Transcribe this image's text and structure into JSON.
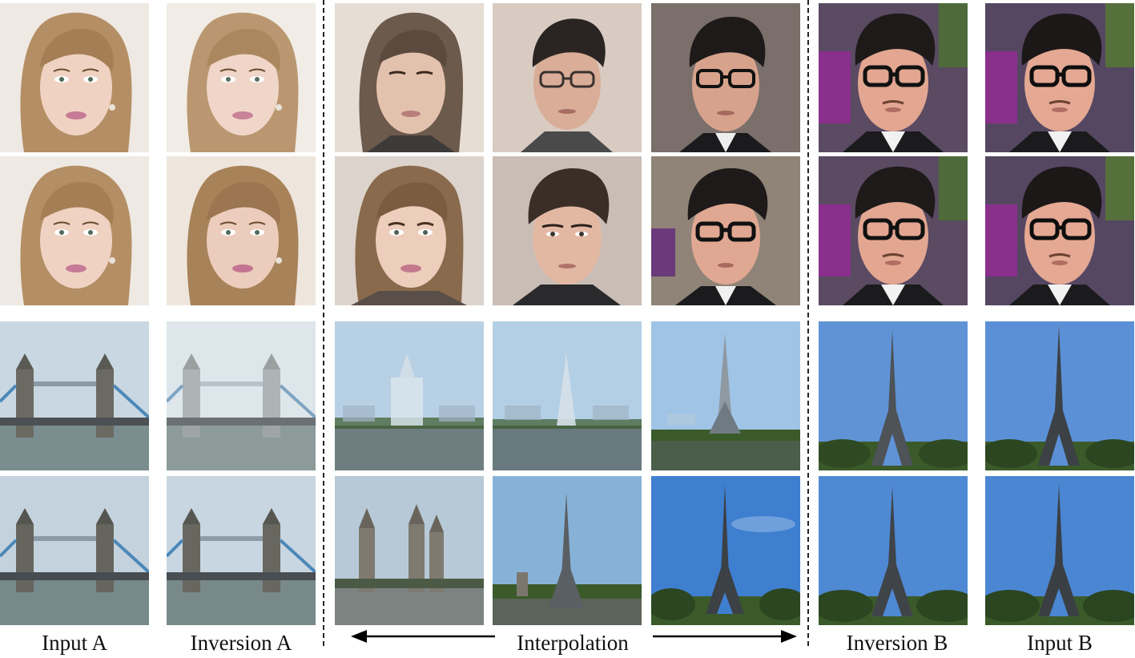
{
  "labels": {
    "input_a": "Input A",
    "inversion_a": "Inversion A",
    "interpolation": "Interpolation",
    "inversion_b": "Inversion B",
    "input_b": "Input B"
  },
  "colors": {
    "face_a_bg": "#efe9e4",
    "face_a_hair": "#b48e64",
    "face_a_skin": "#efd2c2",
    "face_a_lips": "#c67a96",
    "face_b_bg": "#5a4a62",
    "face_b_bg_accent": "#8a2f8c",
    "face_b_hair": "#1e1a1a",
    "face_b_skin": "#e2a691",
    "glasses": "#111111",
    "suit": "#1b1b1d",
    "sky_london": "#c9d7e2",
    "sky_paris": "#5f93d6",
    "water": "#7b8e8f",
    "trees": "#3b5a2a",
    "structure": "#4e5358",
    "bridge_cable": "#4c88b8"
  },
  "icons": {
    "arrow_left": "arrow-left-icon",
    "arrow_right": "arrow-right-icon"
  }
}
